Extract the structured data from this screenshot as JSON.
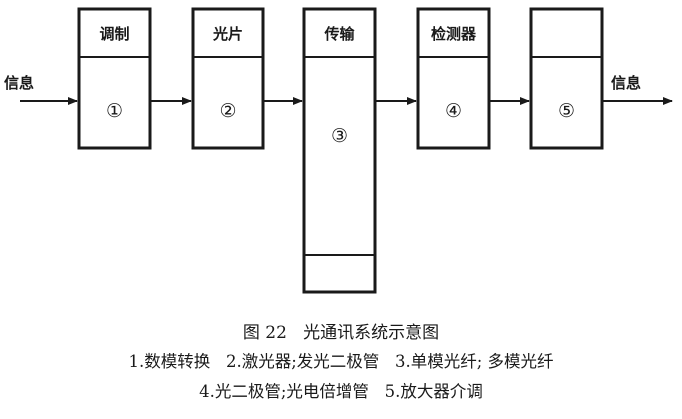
{
  "diagram": {
    "input_label": "信息",
    "output_label": "信息",
    "blocks": [
      {
        "header": "调制",
        "number": "①"
      },
      {
        "header": "光片",
        "number": "②"
      },
      {
        "header": "传输",
        "number": "③"
      },
      {
        "header": "检测器",
        "number": "④"
      },
      {
        "header": "",
        "number": "⑤"
      }
    ]
  },
  "caption": {
    "title": "图 22   光通讯系统示意图",
    "legend_line1": "1.数模转换   2.激光器;发光二极管   3.单模光纤; 多模光纤",
    "legend_line2": "4.光二极管;光电倍增管   5.放大器介调"
  },
  "colors": {
    "ink": "#1a1a1a",
    "background": "#ffffff"
  }
}
